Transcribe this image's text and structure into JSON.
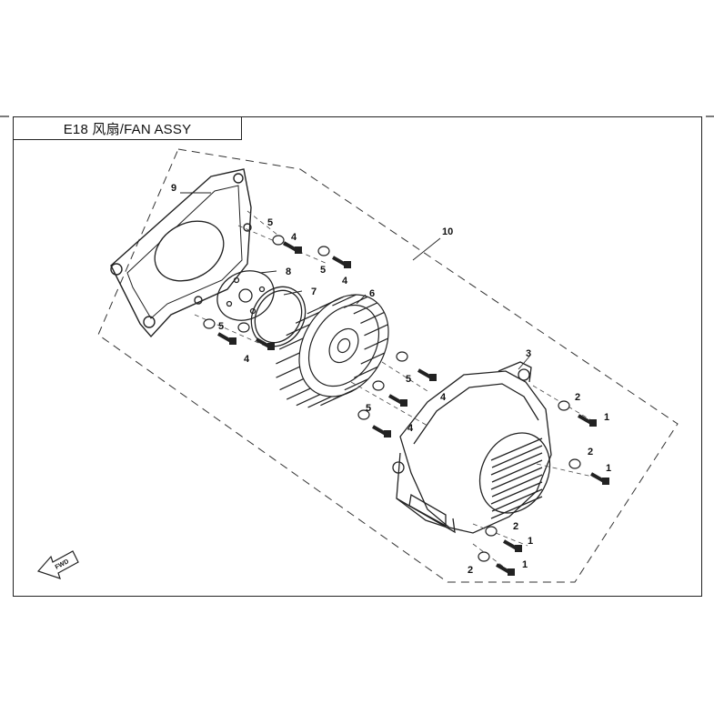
{
  "header": {
    "title": "E18 风扇/FAN ASSY"
  },
  "direction_label": "FWD",
  "callouts": [
    {
      "id": "c9",
      "text": "9"
    },
    {
      "id": "c10",
      "text": "10"
    },
    {
      "id": "c5a",
      "text": "5"
    },
    {
      "id": "c4a",
      "text": "4"
    },
    {
      "id": "c5b",
      "text": "5"
    },
    {
      "id": "c4b",
      "text": "4"
    },
    {
      "id": "c8",
      "text": "8"
    },
    {
      "id": "c7",
      "text": "7"
    },
    {
      "id": "c6",
      "text": "6"
    },
    {
      "id": "c5c",
      "text": "5"
    },
    {
      "id": "c4c",
      "text": "4"
    },
    {
      "id": "c3",
      "text": "3"
    },
    {
      "id": "c5d",
      "text": "5"
    },
    {
      "id": "c4d",
      "text": "4"
    },
    {
      "id": "c5e",
      "text": "5"
    },
    {
      "id": "c4e",
      "text": "4"
    },
    {
      "id": "c2a",
      "text": "2"
    },
    {
      "id": "c1a",
      "text": "1"
    },
    {
      "id": "c2b",
      "text": "2"
    },
    {
      "id": "c1b",
      "text": "1"
    },
    {
      "id": "c2c",
      "text": "2"
    },
    {
      "id": "c1c",
      "text": "1"
    },
    {
      "id": "c2d",
      "text": "2"
    },
    {
      "id": "c1d",
      "text": "1"
    }
  ]
}
